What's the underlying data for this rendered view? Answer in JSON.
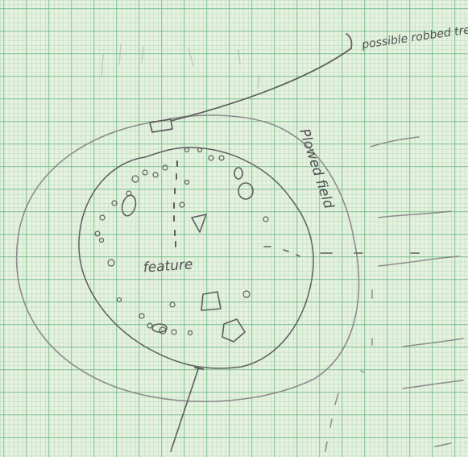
{
  "annotations": {
    "possible_robbed_tree": "possible robbed tree",
    "feature": "feature",
    "plowed_field": "Plowed field"
  },
  "paper": {
    "background_color": "#e6f1df",
    "grid_fine_color": "#9fd2a9",
    "grid_major_color": "#5db27a",
    "pencil_color": "#5e5e5e"
  }
}
